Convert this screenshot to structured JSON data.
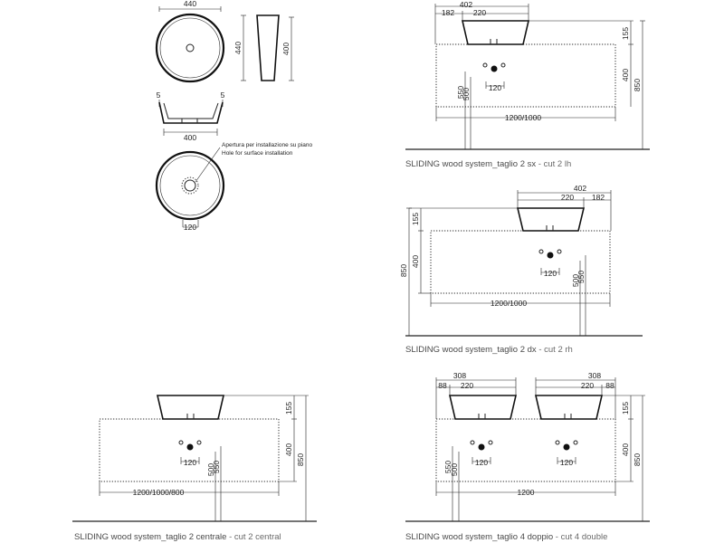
{
  "top_views": {
    "plan_width": "440",
    "side_height_outer": "440",
    "side_height_inner": "400",
    "section_rim_left": "5",
    "section_rim_right": "5",
    "section_base": "400",
    "note_it": "Apertura per installazione su piano",
    "note_en": "Hole for surface installation",
    "hole_offset": "120"
  },
  "panel_sx": {
    "dim_total": "402",
    "dim_a": "182",
    "dim_b": "220",
    "dim_155": "155",
    "dim_400": "400",
    "dim_850": "850",
    "dim_550": "550",
    "dim_500": "500",
    "dim_120": "120",
    "dim_width": "1200/1000",
    "caption_main": "SLIDING wood system_taglio 2 sx",
    "caption_sub": " - cut 2 lh"
  },
  "panel_dx": {
    "dim_total": "402",
    "dim_a": "220",
    "dim_b": "182",
    "dim_155": "155",
    "dim_400": "400",
    "dim_850": "850",
    "dim_500": "500",
    "dim_550": "550",
    "dim_120": "120",
    "dim_width": "1200/1000",
    "caption_main": "SLIDING wood system_taglio 2 dx",
    "caption_sub": " - cut 2 rh"
  },
  "panel_central": {
    "dim_155": "155",
    "dim_400": "400",
    "dim_850": "850",
    "dim_500": "500",
    "dim_550": "550",
    "dim_120": "120",
    "dim_width": "1200/1000/800",
    "caption_main": "SLIDING wood system_taglio 2 centrale",
    "caption_sub": " - cut 2 central"
  },
  "panel_double": {
    "dim_left_total": "308",
    "dim_left_a": "88",
    "dim_left_b": "220",
    "dim_right_total": "308",
    "dim_right_a": "220",
    "dim_right_b": "88",
    "dim_155": "155",
    "dim_400": "400",
    "dim_850": "850",
    "dim_550": "550",
    "dim_500": "500",
    "dim_120_left": "120",
    "dim_120_right": "120",
    "dim_width": "1200",
    "caption_main": "SLIDING wood system_taglio 4 doppio",
    "caption_sub": " - cut 4 double"
  }
}
